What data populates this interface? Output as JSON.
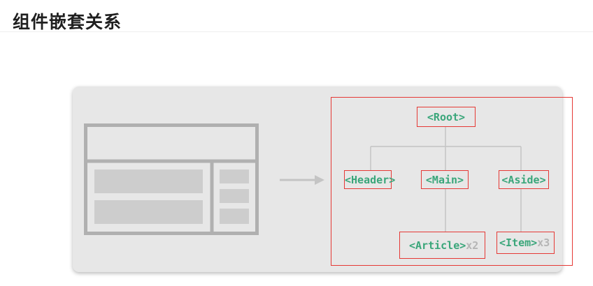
{
  "page": {
    "title": "组件嵌套关系"
  },
  "diagram": {
    "nodes": {
      "root": {
        "label": "<Root>"
      },
      "header": {
        "label": "<Header>"
      },
      "main": {
        "label": "<Main>"
      },
      "aside": {
        "label": "<Aside>"
      },
      "article": {
        "label": "<Article>",
        "multiplier": "x2"
      },
      "item": {
        "label": "<Item>",
        "multiplier": "x3"
      }
    },
    "colors": {
      "node_text": "#3aa67a",
      "multiplier_text": "#b5b5b5",
      "highlight_border": "#e53935",
      "connector": "#c4c4c4",
      "layout_shape": "#b0b0b0",
      "card_background": "#e7e7e7"
    }
  }
}
